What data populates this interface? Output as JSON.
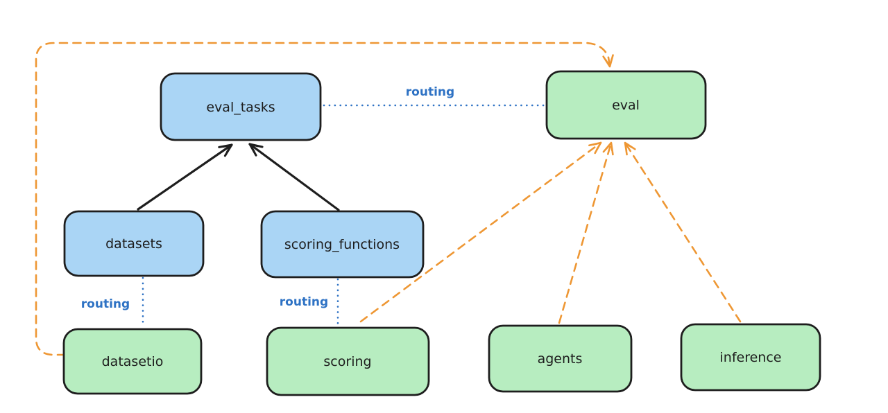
{
  "diagram": {
    "background": "#ffffff",
    "colors": {
      "blue_fill": "#aad5f5",
      "green_fill": "#b7edc0",
      "node_stroke": "#1e1e1e",
      "black_arrow": "#1e1e1e",
      "orange_arrow": "#ee9734",
      "routing_blue": "#2e72c4",
      "label_text": "#1d1d1d"
    },
    "nodes": [
      {
        "id": "eval_tasks",
        "label": "eval_tasks",
        "color": "blue"
      },
      {
        "id": "eval",
        "label": "eval",
        "color": "green"
      },
      {
        "id": "datasets",
        "label": "datasets",
        "color": "blue"
      },
      {
        "id": "scoring_functions",
        "label": "scoring_functions",
        "color": "blue"
      },
      {
        "id": "datasetio",
        "label": "datasetio",
        "color": "green"
      },
      {
        "id": "scoring",
        "label": "scoring",
        "color": "green"
      },
      {
        "id": "agents",
        "label": "agents",
        "color": "green"
      },
      {
        "id": "inference",
        "label": "inference",
        "color": "green"
      }
    ],
    "edges": [
      {
        "from": "datasets",
        "to": "eval_tasks",
        "style": "solid-black-arrow",
        "label": ""
      },
      {
        "from": "scoring_functions",
        "to": "eval_tasks",
        "style": "solid-black-arrow",
        "label": ""
      },
      {
        "from": "eval_tasks",
        "to": "eval",
        "style": "dotted-blue",
        "label": "routing"
      },
      {
        "from": "datasets",
        "to": "datasetio",
        "style": "dotted-blue",
        "label": "routing"
      },
      {
        "from": "scoring_functions",
        "to": "scoring",
        "style": "dotted-blue",
        "label": "routing"
      },
      {
        "from": "datasetio",
        "to": "eval",
        "style": "dashed-orange-arrow",
        "label": ""
      },
      {
        "from": "scoring",
        "to": "eval",
        "style": "dashed-orange-arrow",
        "label": ""
      },
      {
        "from": "agents",
        "to": "eval",
        "style": "dashed-orange-arrow",
        "label": ""
      },
      {
        "from": "inference",
        "to": "eval",
        "style": "dashed-orange-arrow",
        "label": ""
      }
    ]
  }
}
